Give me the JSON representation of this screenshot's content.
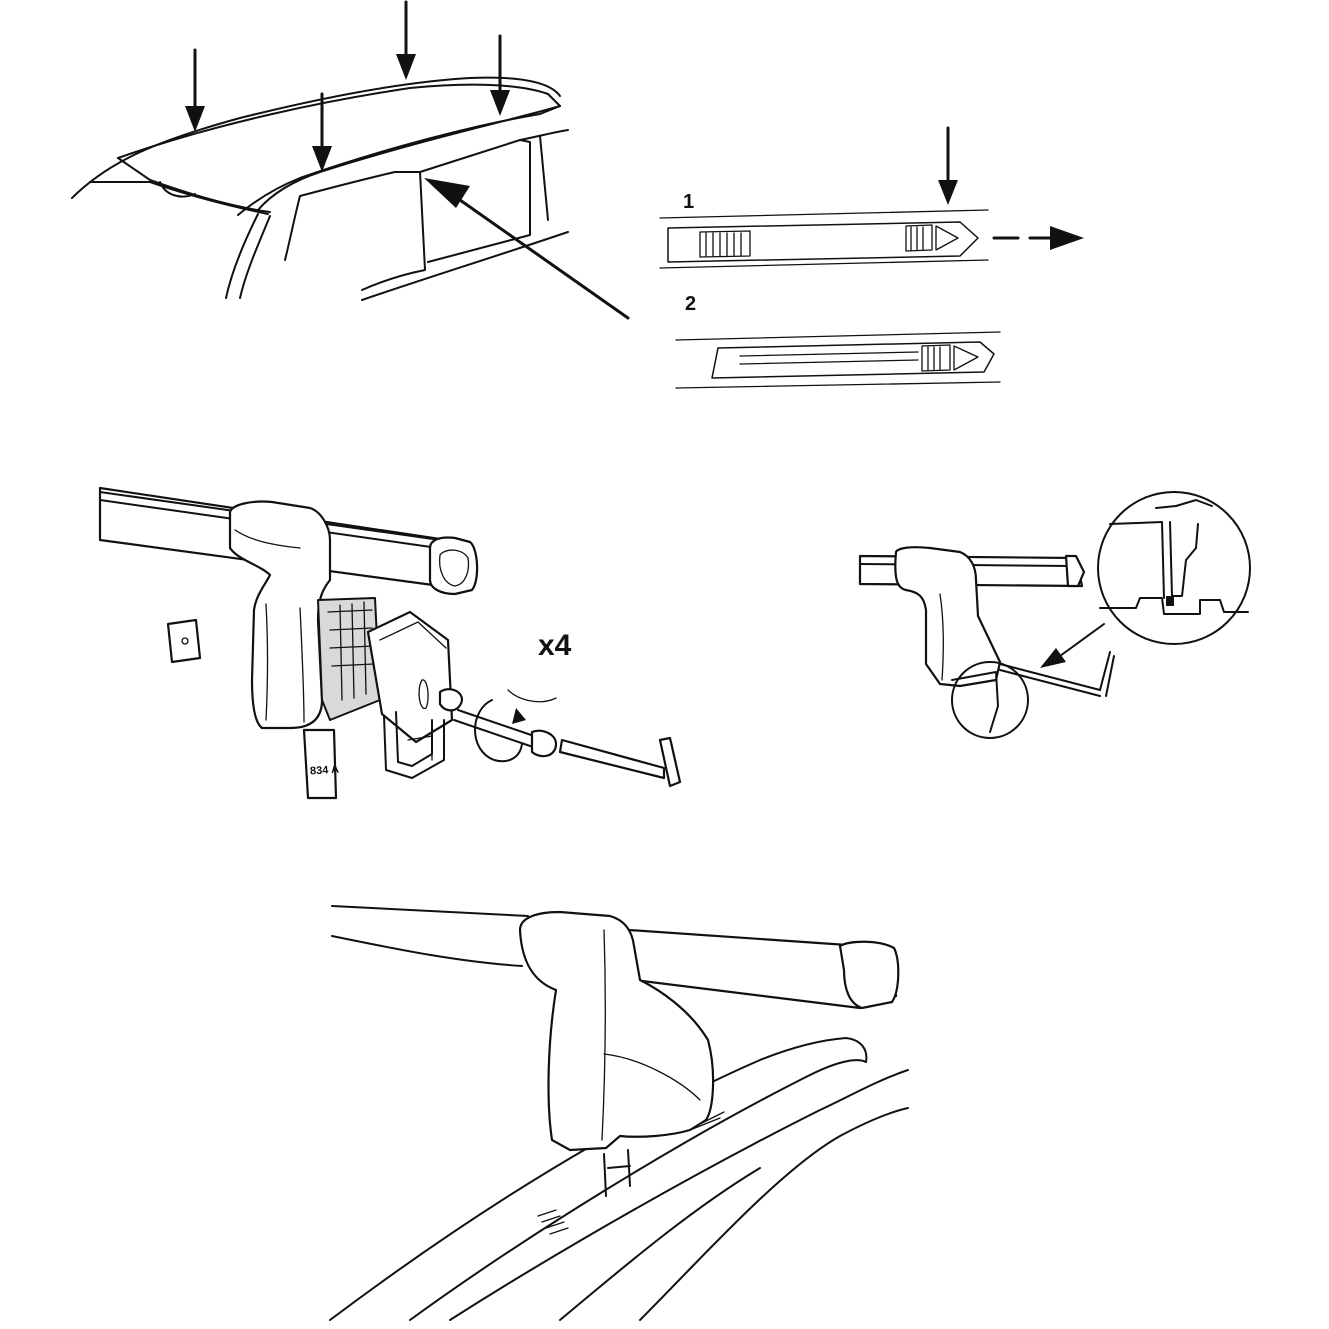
{
  "labels": {
    "step_1": "1",
    "step_2": "2",
    "quantity": "x4",
    "part_code": "834 A"
  },
  "colors": {
    "line": "#111111",
    "background": "#ffffff",
    "shade": "#d9d9d9"
  }
}
